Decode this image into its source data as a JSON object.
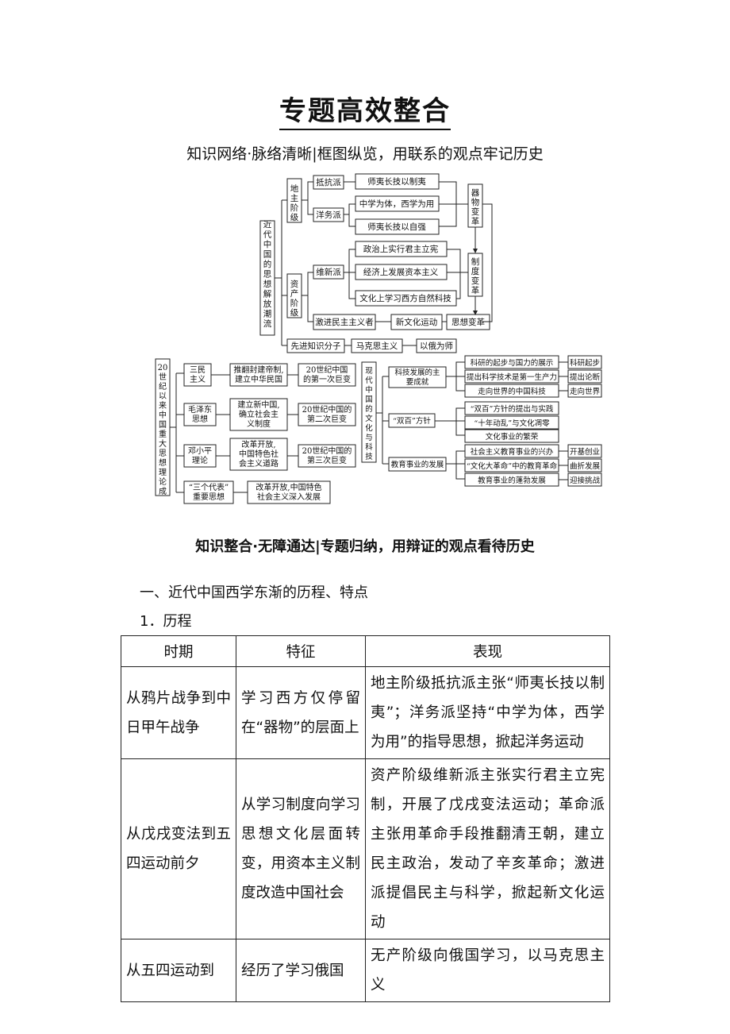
{
  "title": "专题高效整合",
  "subtitle1": "知识网络·脉络清晰|框图纵览，用联系的观点牢记历史",
  "diagram1": {
    "root": "近代中国的思想解放潮流",
    "landlord": "地主阶级",
    "resist": "抵抗派",
    "resist_item": "师夷长技以制夷",
    "westernize": "洋务派",
    "west_item1": "中学为体，西学为用",
    "west_item2": "师夷长技以自强",
    "qiwu": "器物变革",
    "bourgeois": "资产阶级",
    "reform": "维新派",
    "reform_item1": "政治上实行君主立宪",
    "reform_item2": "经济上发展资本主义",
    "reform_item3": "文化上学习西方自然科技",
    "zhidu": "制度变革",
    "radical": "激进民主主义者",
    "newculture": "新文化运动",
    "thought": "思想变革",
    "pioneer": "先进知识分子",
    "marx": "马克思主义",
    "russia": "以俄为师"
  },
  "diagram2": {
    "root": "20世纪以来中国重大思想理论成果",
    "sanmin": "三民主义",
    "sanmin_a": "推翻封建帝制，建立中华民国",
    "sanmin_b": "20世纪中国的第一次巨变",
    "mao": "毛泽东思想",
    "mao_a": "建立新中国，确立社会主义制度",
    "mao_b": "20世纪中国的第二次巨变",
    "deng": "邓小平理论",
    "deng_a": "改革开放，中国特色社会主义道路",
    "deng_b": "20世纪中国的第三次巨变",
    "three": "“三个代表”重要思想",
    "three_a": "改革开放，中国特色社会主义深入发展"
  },
  "diagram3": {
    "root": "现代中国的文化与科技",
    "sci": "科技发展的主要成就",
    "sci_1": "科研的起步与国力的展示",
    "sci_1r": "科研起步",
    "sci_2": "提出科学技术是第一生产力",
    "sci_2r": "提出论断",
    "sci_3": "走向世界的中国科技",
    "sci_3r": "走向世界",
    "shuang": "“双百”方针",
    "sh_1": "“双百”方针的提出与实践",
    "sh_2": "“十年动乱”与文化凋零",
    "sh_3": "文化事业的繁荣",
    "edu": "教育事业的发展",
    "edu_1": "社会主义教育事业的兴办",
    "edu_1r": "开基创业",
    "edu_2": "“文化大革命”中的教育革命",
    "edu_2r": "曲折发展",
    "edu_3": "教育事业的蓬勃发展",
    "edu_3r": "迎接挑战"
  },
  "subtitle2": "知识整合·无障通达|专题归纳，用辩证的观点看待历史",
  "heading1": "一、近代中国西学东渐的历程、特点",
  "heading2": "1．历程",
  "table": {
    "headers": [
      "时期",
      "特征",
      "表现"
    ],
    "rows": [
      [
        "从鸦片战争到中日甲午战争",
        "学习西方仅停留在“器物”的层面上",
        "地主阶级抵抗派主张“师夷长技以制夷”；洋务派坚持“中学为体，西学为用”的指导思想，掀起洋务运动"
      ],
      [
        "从戊戌变法到五四运动前夕",
        "从学习制度向学习思想文化层面转变，用资本主义制度改造中国社会",
        "资产阶级维新派主张实行君主立宪制，开展了戊戌变法运动；革命派主张用革命手段推翻清王朝，建立民主政治，发动了辛亥革命；激进派提倡民主与科学，掀起新文化运动"
      ],
      [
        "从五四运动到",
        "经历了学习俄国",
        "无产阶级向俄国学习，以马克思主义"
      ]
    ]
  }
}
